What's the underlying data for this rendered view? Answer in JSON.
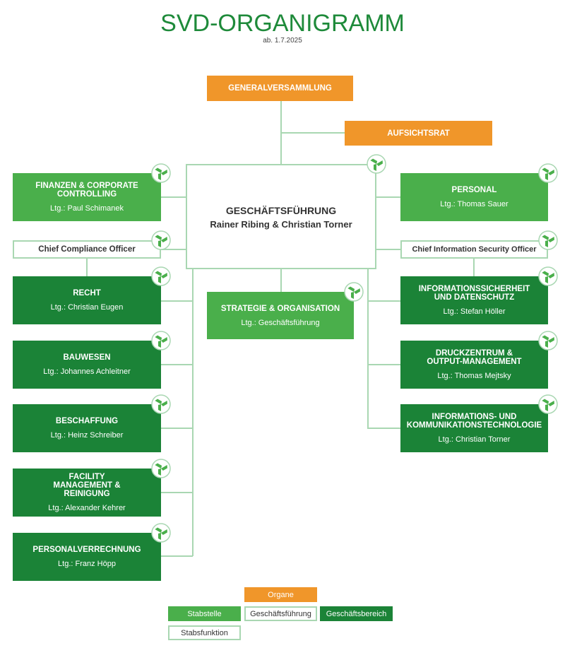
{
  "header": {
    "title": "SVD-ORGANIGRAMM",
    "subtitle": "ab. 1.7.2025"
  },
  "organe": {
    "generalversammlung": "GENERALVERSAMMLUNG",
    "aufsichtsrat": "AUFSICHTSRAT"
  },
  "gf": {
    "title": "GESCHÄFTSFÜHRUNG",
    "names": "Rainer Ribing & Christian Torner"
  },
  "left": [
    {
      "title": "FINANZEN & CORPORATE CONTROLLING",
      "lead": "Ltg.: Paul Schimanek"
    },
    {
      "title": "Chief Compliance Officer"
    },
    {
      "title": "RECHT",
      "lead": "Ltg.: Christian Eugen"
    },
    {
      "title": "BAUWESEN",
      "lead": "Ltg.: Johannes Achleitner"
    },
    {
      "title": "BESCHAFFUNG",
      "lead": "Ltg.: Heinz Schreiber"
    },
    {
      "title": "FACILITY MANAGEMENT & REINIGUNG",
      "lead": "Ltg.: Alexander Kehrer"
    },
    {
      "title": "PERSONALVERRECHNUNG",
      "lead": "Ltg.: Franz Höpp"
    }
  ],
  "right": [
    {
      "title": "PERSONAL",
      "lead": "Ltg.: Thomas Sauer"
    },
    {
      "title": "Chief Information Security Officer"
    },
    {
      "title": "INFORMATIONSSICHERHEIT UND DATENSCHUTZ",
      "lead": "Ltg.: Stefan Höller"
    },
    {
      "title": "DRUCKZENTRUM & OUTPUT-MANAGEMENT",
      "lead": "Ltg.: Thomas Mejtsky"
    },
    {
      "title": "INFORMATIONS- UND KOMMUNIKATIONSTECHNOLOGIE",
      "lead": "Ltg.: Christian Torner"
    }
  ],
  "strategie": {
    "title": "STRATEGIE & ORGANISATION",
    "lead": "Ltg.: Geschäftsführung"
  },
  "legend": {
    "organe": "Organe",
    "stabstelle": "Stabstelle",
    "gf": "Geschäftsführung",
    "bereich": "Geschäftsbereich",
    "funktion": "Stabsfunktion"
  },
  "colors": {
    "light_green": "#4aaf4b",
    "dark_green": "#1b8337",
    "orange": "#f0962a",
    "line": "#a9d7b2"
  }
}
